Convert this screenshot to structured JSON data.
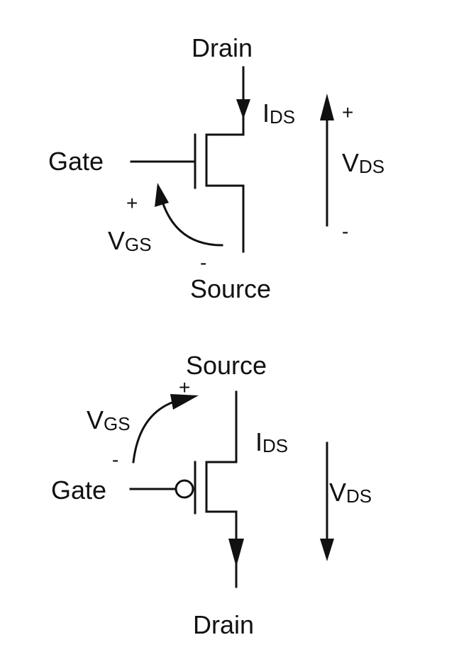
{
  "nmos": {
    "drain_label": "Drain",
    "gate_label": "Gate",
    "source_label": "Source",
    "ids": {
      "main": "I",
      "sub": "DS"
    },
    "vds": {
      "main": "V",
      "sub": "DS"
    },
    "vgs": {
      "main": "V",
      "sub": "GS"
    },
    "vds_plus": "+",
    "vds_minus": "-",
    "vgs_plus": "+",
    "vgs_minus": "-"
  },
  "pmos": {
    "source_label": "Source",
    "gate_label": "Gate",
    "drain_label": "Drain",
    "ids": {
      "main": "I",
      "sub": "DS"
    },
    "vds": {
      "main": "V",
      "sub": "DS"
    },
    "vgs": {
      "main": "V",
      "sub": "GS"
    },
    "vgs_plus": "+",
    "vgs_minus": "-"
  },
  "colors": {
    "ink": "#111111",
    "background": "#ffffff"
  },
  "icons": [
    "nmos-transistor-icon",
    "pmos-transistor-icon",
    "arrow-icon"
  ]
}
